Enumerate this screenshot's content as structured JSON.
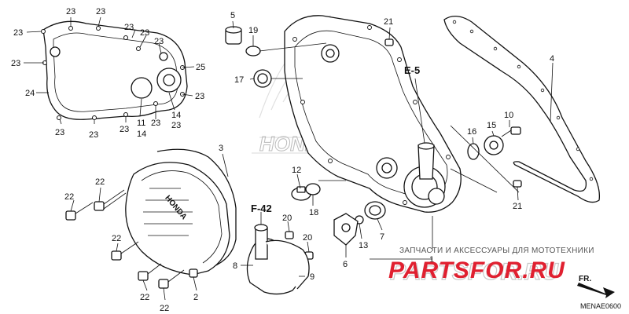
{
  "diagram": {
    "code": "MENAE0600",
    "watermark_line": "ЗАПЧАСТИ И АКСЕССУАРЫ ДЛЯ МОТОТЕХНИКИ",
    "watermark_logo": "PARTSFOR.RU",
    "direction_label": "FR.",
    "cover_brand": "HONDA",
    "refs": {
      "e5": "E-5",
      "f42": "F-42"
    },
    "callouts": {
      "c1": "1",
      "c2": "2",
      "c3": "3",
      "c4": "4",
      "c5": "5",
      "c6": "6",
      "c7": "7",
      "c8": "8",
      "c9": "9",
      "c10": "10",
      "c11": "11",
      "c12": "12",
      "c13": "13",
      "c14": "14",
      "c15": "15",
      "c16": "16",
      "c17": "17",
      "c18": "18",
      "c19": "19",
      "c20": "20",
      "c21": "21",
      "c22": "22",
      "c23": "23",
      "c24": "24",
      "c25": "25"
    }
  }
}
